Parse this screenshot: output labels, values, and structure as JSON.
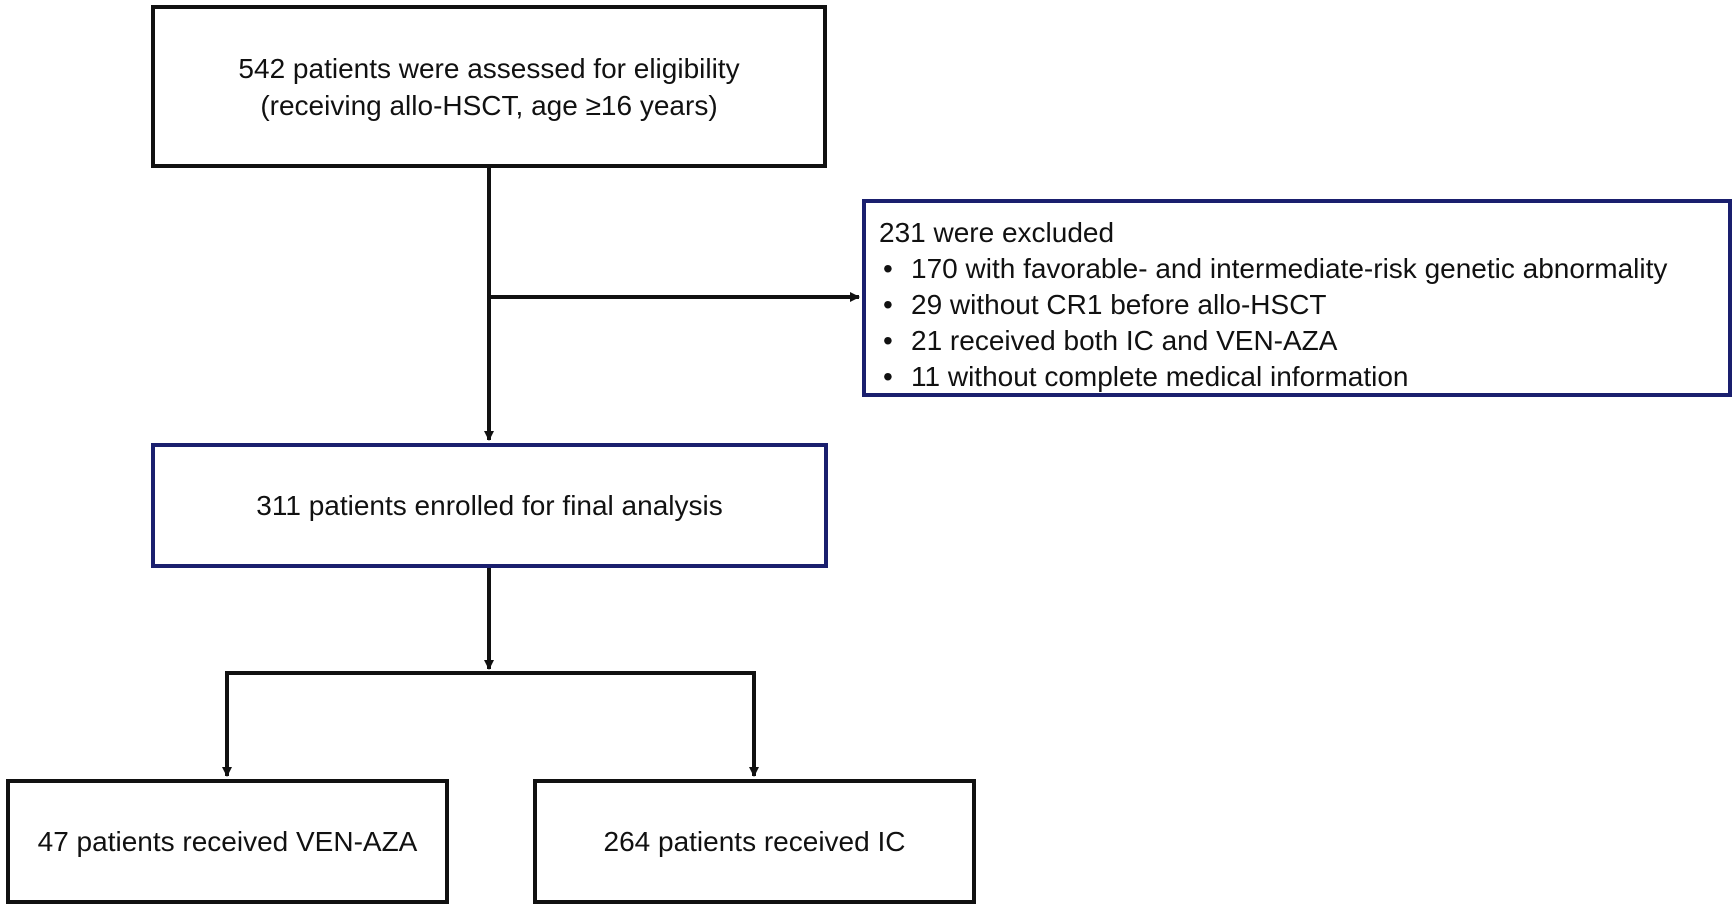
{
  "boxes": {
    "assessed": {
      "line1": "542 patients were assessed for eligibility",
      "line2": "(receiving allo-HSCT, age ≥16 years)"
    },
    "excluded": {
      "header": "231 were excluded",
      "items": [
        "170 with favorable- and intermediate-risk genetic abnormality",
        "29 without CR1 before allo-HSCT",
        "21 received both IC and VEN-AZA",
        "11 without complete medical information"
      ]
    },
    "enrolled": {
      "text": "311 patients enrolled for final analysis"
    },
    "ven_aza": {
      "text": "47 patients received VEN-AZA"
    },
    "ic": {
      "text": "264 patients received IC"
    }
  },
  "colors": {
    "black_border": "#111111",
    "navy_border": "#1a1f6e",
    "connector": "#111111"
  }
}
